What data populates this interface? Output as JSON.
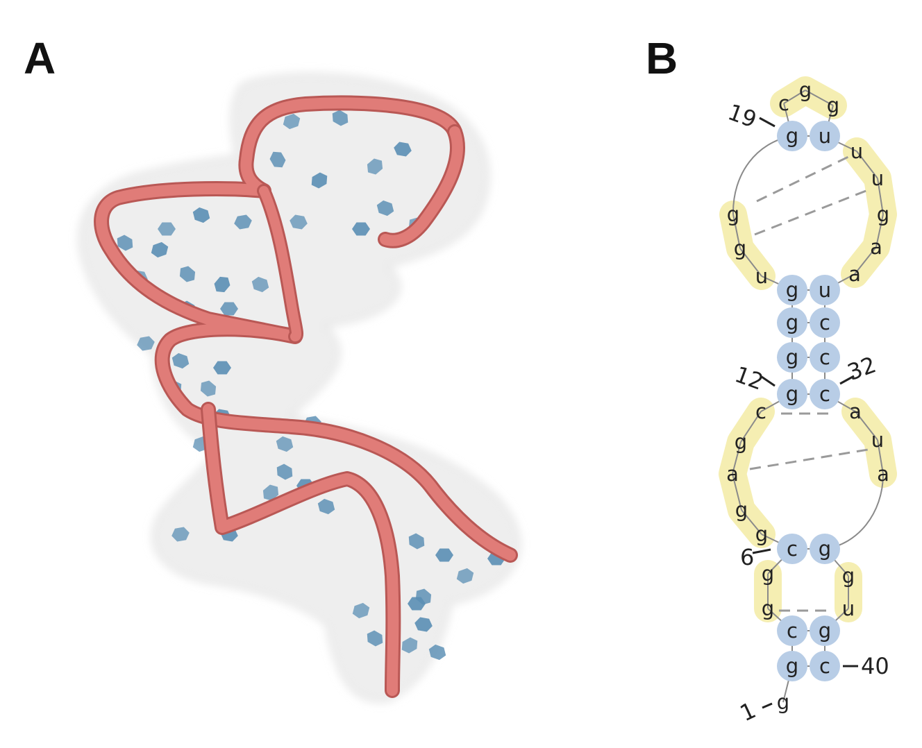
{
  "panels": {
    "a": {
      "label": "A"
    },
    "b": {
      "label": "B"
    }
  },
  "colors": {
    "backbone": "#e07c78",
    "backbone_edge": "#b95855",
    "base": "#5b8fb4",
    "surface": "#e9e9e9",
    "paired_node": "#b8cde6",
    "loop_highlight": "#f5eeb2",
    "link": "#8a8a8a",
    "noncanonical": "#9a9a9a"
  },
  "structure_2d": {
    "nucleotides": [
      {
        "i": 1,
        "b": "g"
      },
      {
        "i": 2,
        "b": "g"
      },
      {
        "i": 3,
        "b": "c"
      },
      {
        "i": 4,
        "b": "g"
      },
      {
        "i": 5,
        "b": "g"
      },
      {
        "i": 6,
        "b": "c"
      },
      {
        "i": 7,
        "b": "g"
      },
      {
        "i": 8,
        "b": "g"
      },
      {
        "i": 9,
        "b": "a"
      },
      {
        "i": 10,
        "b": "g"
      },
      {
        "i": 11,
        "b": "c"
      },
      {
        "i": 12,
        "b": "g"
      },
      {
        "i": 13,
        "b": "g"
      },
      {
        "i": 14,
        "b": "g"
      },
      {
        "i": 15,
        "b": "g"
      },
      {
        "i": 16,
        "b": "u"
      },
      {
        "i": 17,
        "b": "g"
      },
      {
        "i": 18,
        "b": "g"
      },
      {
        "i": 19,
        "b": "g"
      },
      {
        "i": 20,
        "b": "c"
      },
      {
        "i": 21,
        "b": "g"
      },
      {
        "i": 22,
        "b": "g"
      },
      {
        "i": 23,
        "b": "u"
      },
      {
        "i": 24,
        "b": "u"
      },
      {
        "i": 25,
        "b": "u"
      },
      {
        "i": 26,
        "b": "g"
      },
      {
        "i": 27,
        "b": "a"
      },
      {
        "i": 28,
        "b": "a"
      },
      {
        "i": 29,
        "b": "u"
      },
      {
        "i": 30,
        "b": "c"
      },
      {
        "i": 31,
        "b": "c"
      },
      {
        "i": 32,
        "b": "c"
      },
      {
        "i": 33,
        "b": "a"
      },
      {
        "i": 34,
        "b": "u"
      },
      {
        "i": 35,
        "b": "a"
      },
      {
        "i": 36,
        "b": "g"
      },
      {
        "i": 37,
        "b": "g"
      },
      {
        "i": 38,
        "b": "u"
      },
      {
        "i": 39,
        "b": "g"
      },
      {
        "i": 40,
        "b": "c"
      }
    ],
    "position_labels": [
      "1",
      "6",
      "12",
      "19",
      "32",
      "40"
    ]
  }
}
